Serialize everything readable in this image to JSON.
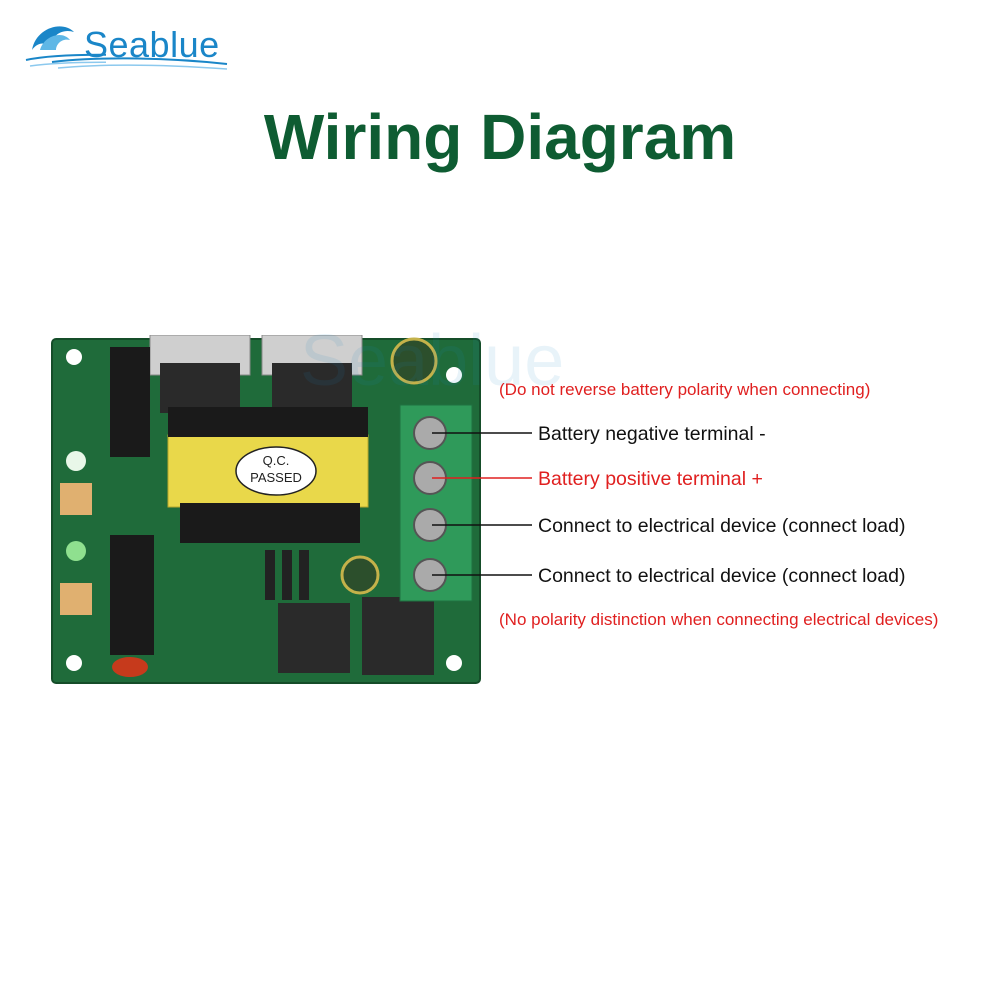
{
  "brand": {
    "name": "Seablue",
    "color": "#1a86c8"
  },
  "title": "Wiring Diagram",
  "colors": {
    "title": "#0e5c32",
    "warning": "#e02020",
    "label": "#111111",
    "pcb": "#1f6b3a"
  },
  "board": {
    "transformer_label_1": "Q.C.",
    "transformer_label_2": "PASSED"
  },
  "notes": {
    "top": "(Do not reverse battery polarity when connecting)",
    "bottom": "(No polarity distinction when connecting electrical devices)"
  },
  "terminals": [
    {
      "label": "Battery negative terminal -"
    },
    {
      "label": "Battery positive terminal +"
    },
    {
      "label": "Connect to electrical device (connect load)"
    },
    {
      "label": "Connect to electrical device (connect load)"
    }
  ]
}
